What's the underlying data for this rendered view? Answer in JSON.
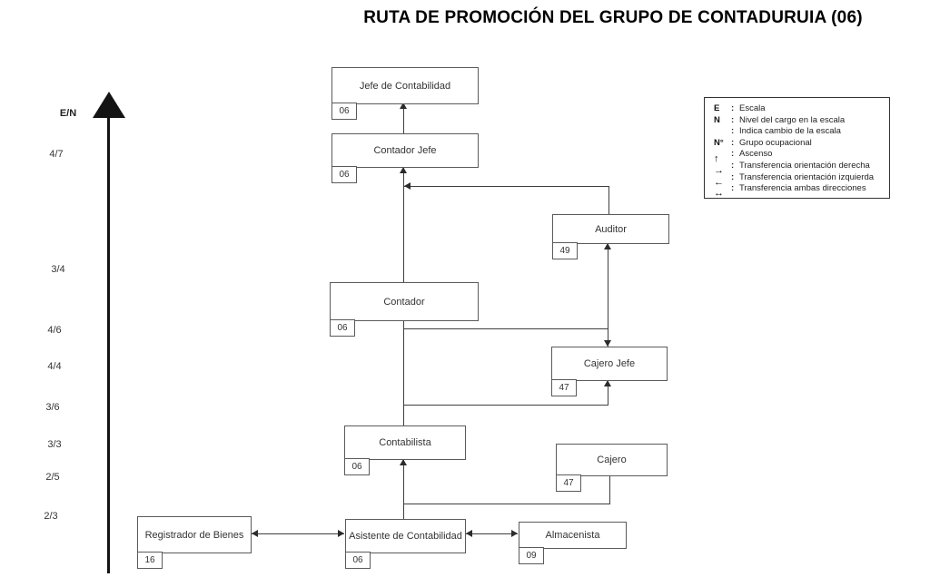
{
  "title": "RUTA DE PROMOCIÓN DEL GRUPO DE CONTADURUIA (06)",
  "axis": {
    "label": "E/N",
    "ticks": [
      "4/7",
      "3/4",
      "4/6",
      "4/4",
      "3/6",
      "3/3",
      "2/5",
      "2/3"
    ]
  },
  "nodes": {
    "jefe_contabilidad": {
      "label": "Jefe de Contabilidad",
      "group": "06"
    },
    "contador_jefe": {
      "label": "Contador Jefe",
      "group": "06"
    },
    "auditor": {
      "label": "Auditor",
      "group": "49"
    },
    "contador": {
      "label": "Contador",
      "group": "06"
    },
    "cajero_jefe": {
      "label": "Cajero Jefe",
      "group": "47"
    },
    "contabilista": {
      "label": "Contabilista",
      "group": "06"
    },
    "cajero": {
      "label": "Cajero",
      "group": "47"
    },
    "registrador_bienes": {
      "label": "Registrador de Bienes",
      "group": "16"
    },
    "asistente_contabilidad": {
      "label": "Asistente de Contabilidad",
      "group": "06"
    },
    "almacenista": {
      "label": "Almacenista",
      "group": "09"
    }
  },
  "edges": [
    {
      "from": "asistente_contabilidad",
      "to": "contabilista",
      "type": "ascenso"
    },
    {
      "from": "contabilista",
      "to": "contador",
      "type": "ascenso"
    },
    {
      "from": "contador",
      "to": "contador_jefe",
      "type": "ascenso"
    },
    {
      "from": "contador_jefe",
      "to": "jefe_contabilidad",
      "type": "ascenso"
    },
    {
      "from": "auditor",
      "to": "contador_jefe",
      "type": "transferencia_izquierda"
    },
    {
      "from": "contador",
      "to": "cajero_jefe",
      "type": "transferencia_derecha"
    },
    {
      "from": "cajero_jefe",
      "to": "auditor",
      "type": "ascenso"
    },
    {
      "from": "contabilista",
      "to": "cajero_jefe",
      "type": "transferencia_derecha"
    },
    {
      "from": "cajero",
      "to": "contabilista",
      "type": "transferencia_izquierda"
    },
    {
      "from": "registrador_bienes",
      "to": "asistente_contabilidad",
      "type": "transferencia_ambas"
    },
    {
      "from": "asistente_contabilidad",
      "to": "almacenista",
      "type": "transferencia_ambas"
    }
  ],
  "legend": {
    "rows": [
      {
        "symbol": "E",
        "arrow": "",
        "text": "Escala"
      },
      {
        "symbol": "N",
        "arrow": "",
        "text": "Nivel del cargo en la escala"
      },
      {
        "symbol": "",
        "arrow": "",
        "text": "Indica cambio de la escala"
      },
      {
        "symbol": "N°",
        "arrow": "",
        "text": "Grupo ocupacional"
      },
      {
        "symbol": "",
        "arrow": "↑",
        "text": "Ascenso"
      },
      {
        "symbol": "",
        "arrow": "→",
        "text": "Transferencia orientación derecha"
      },
      {
        "symbol": "",
        "arrow": "←",
        "text": "Transferencia orientación izquierda"
      },
      {
        "symbol": "",
        "arrow": "↔",
        "text": "Transferencia ambas direcciones"
      }
    ]
  },
  "colors": {
    "line": "#3f3f3f",
    "box_border": "#5a5a5a",
    "text": "#333333",
    "axis": "#141414"
  }
}
